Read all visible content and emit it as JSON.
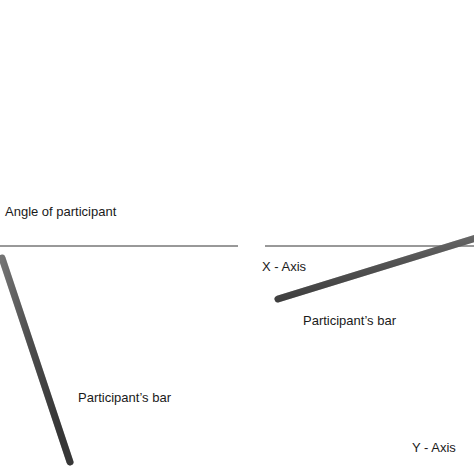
{
  "diagram": {
    "labels": [
      "Angle of participant",
      "X - Axis",
      "Participant’s bar",
      "Participant’s bar",
      "Y - Axis"
    ]
  }
}
